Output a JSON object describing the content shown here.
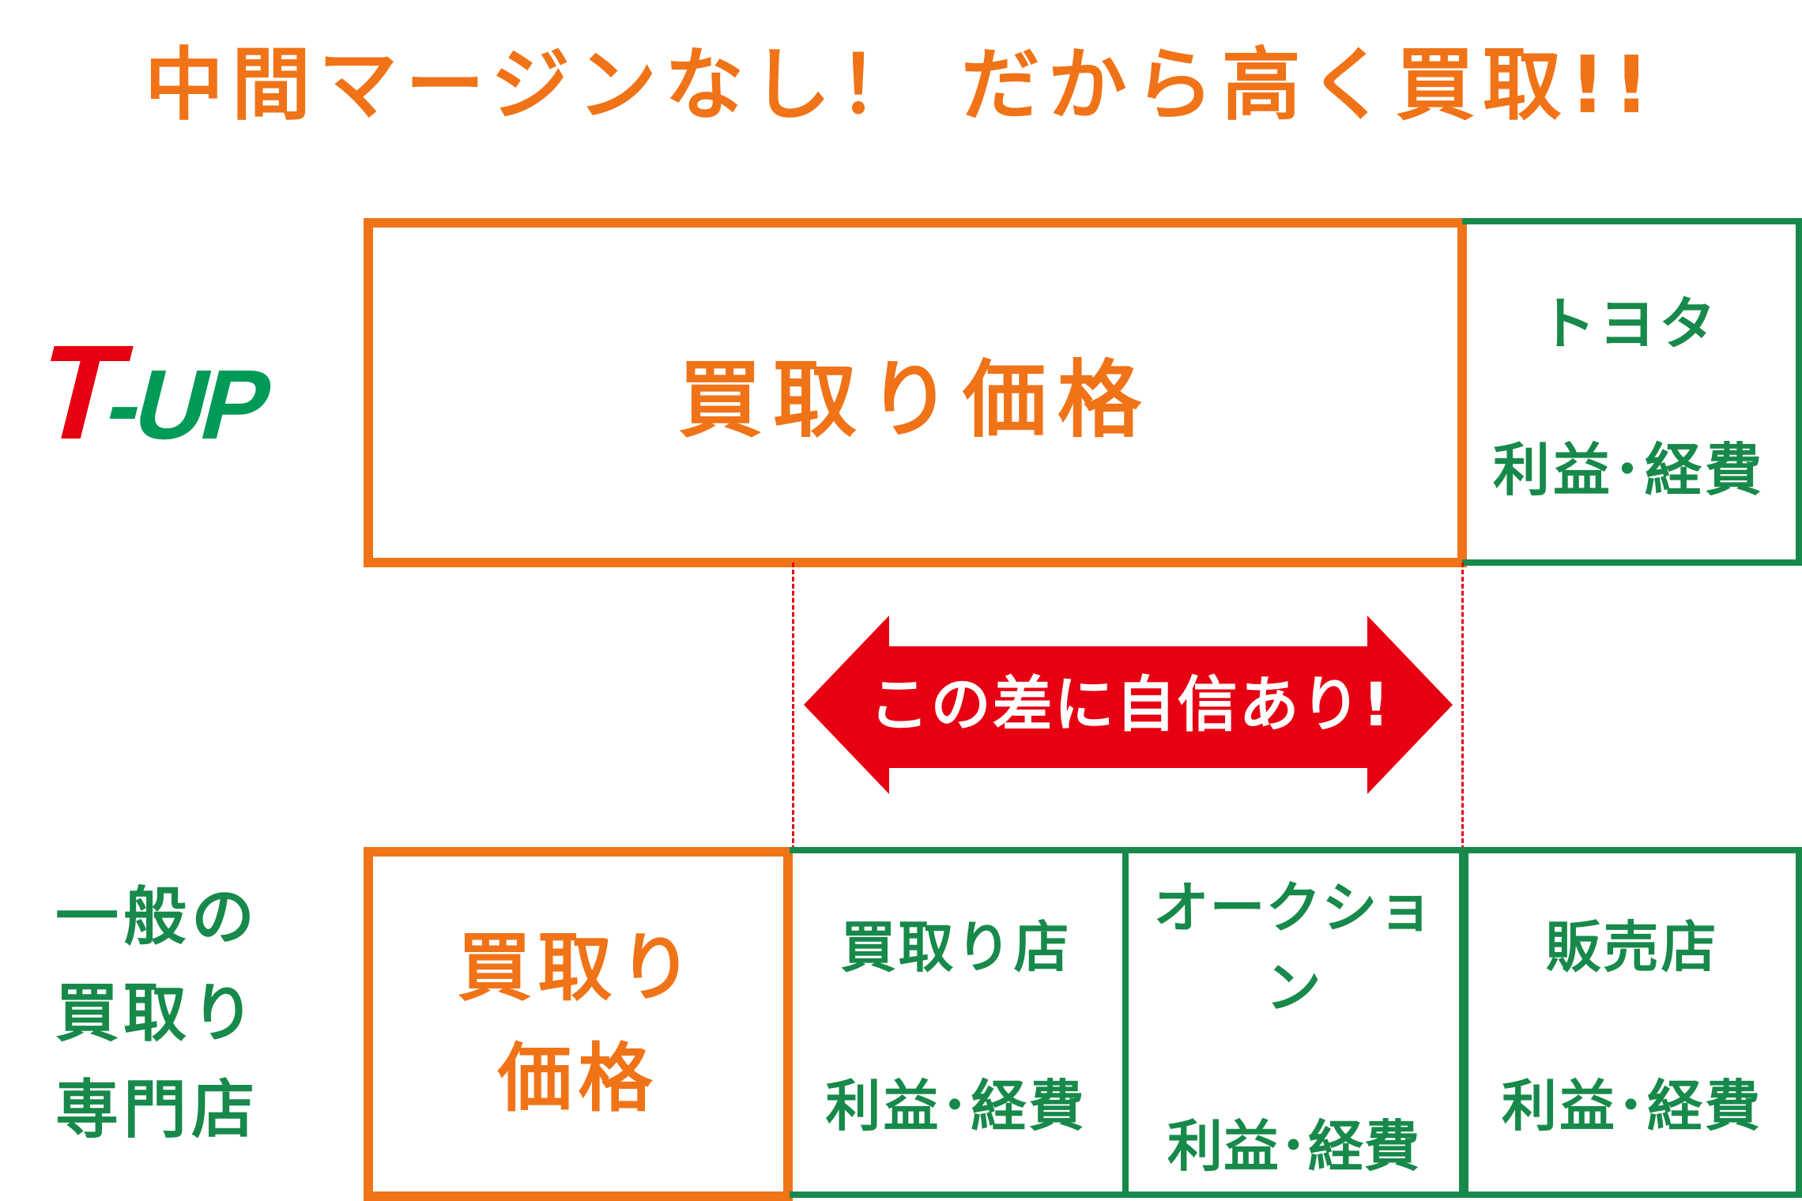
{
  "title": "中間マージンなし！ だから高く買取!!",
  "logo": {
    "t": "T",
    "rest": "-UP"
  },
  "tup_row": {
    "price_label": "買取り価格",
    "toyota": {
      "name": "トヨタ",
      "cost": "利益･経費"
    }
  },
  "gap_arrow": {
    "label": "この差に自信あり!"
  },
  "general_row": {
    "label_lines": [
      "一般の",
      "買取り",
      "専門店"
    ],
    "price_lines": [
      "買取り",
      "価格"
    ],
    "cells": [
      {
        "name": "買取り店",
        "cost": "利益･経費"
      },
      {
        "name": "オークション",
        "cost": "利益･経費"
      },
      {
        "name": "販売店",
        "cost": "利益･経費"
      }
    ]
  },
  "colors": {
    "orange": "#f07318",
    "green": "#17894a",
    "red": "#e60012"
  }
}
